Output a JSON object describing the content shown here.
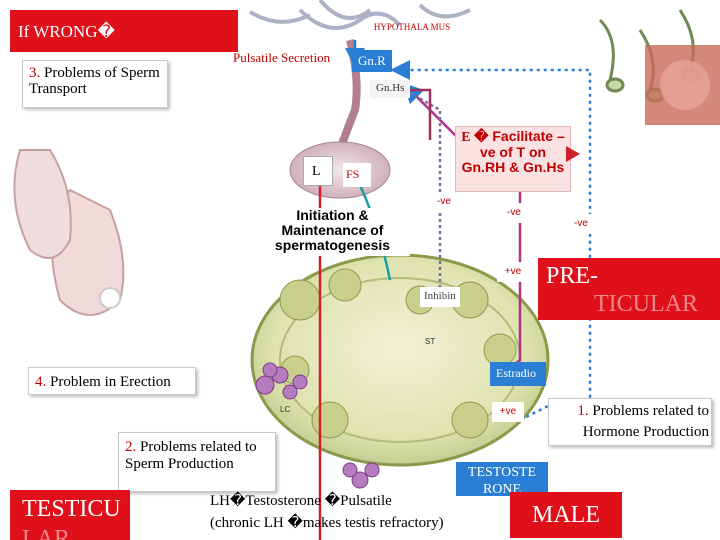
{
  "title_box": {
    "text": "If WRONG�"
  },
  "hypothalamus": {
    "text": "HYPOTHALA MUS"
  },
  "pulsatile_secretion": {
    "label": "Pulsatile Secretion",
    "gnrh": "Gn.R"
  },
  "gnhs_label": "Gn.Hs",
  "pituitary_labels": {
    "lh": "L",
    "fsh": "FS"
  },
  "callout_transport": {
    "number": "3.",
    "text": "Problems of Sperm Transport"
  },
  "facilitate_box": {
    "e_prefix": "E �",
    "text": "Facilitate –ve of T on Gn.RH & Gn.Hs"
  },
  "initiation_text": "Initiation & Maintenance of spermatogenesis",
  "feedback_labels": {
    "ve_left": "-ve",
    "ve_mid": "-ve",
    "ve_right": "-ve",
    "pve_upper": "+ve",
    "pve_lower": "+ve"
  },
  "inhibin": "Inhibin",
  "pretesticular": {
    "line1": "PRE-",
    "line2": "TICULAR"
  },
  "estradiol": "Estradio",
  "callout_erection": {
    "number": "4.",
    "text": "Problem in Erection"
  },
  "hormone_callout": {
    "number": "1.",
    "text": "Problems related to Hormone Production"
  },
  "sperm_callout": {
    "number": "2.",
    "text": "Problems related to Sperm Production"
  },
  "testosterone_box": {
    "line1": "TESTOSTE",
    "line2": "RONE"
  },
  "lh_pulsatile_text": "LH�Testosterone �Pulsatile",
  "chronic_lh_text": "(chronic LH �makes testis refractory)",
  "testicular_box": {
    "line1": "TESTICU",
    "line2": "LAR"
  },
  "male_box": "MALE",
  "tubule_labels": {
    "st": "ST",
    "lc": "LC"
  },
  "colors": {
    "red": "#e0101a",
    "blue": "#2a7fd4",
    "teal": "#1aa0a0",
    "magenta": "#b0308a",
    "tubule": "#dfe6b8"
  }
}
